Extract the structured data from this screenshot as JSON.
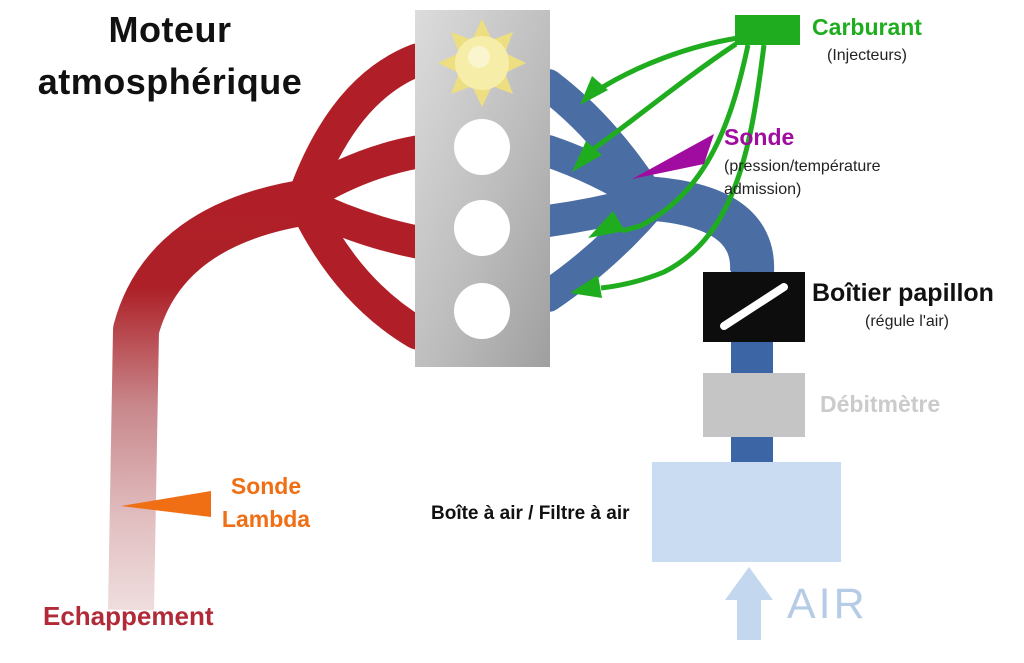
{
  "title": {
    "line1": "Moteur",
    "line2": "atmosphérique"
  },
  "fuel": {
    "label": "Carburant",
    "sublabel": "(Injecteurs)",
    "color": "#1fad1f",
    "icon": "fuel-rail-box"
  },
  "intake_sensor": {
    "label": "Sonde",
    "sublabel_line1": "(pression/température",
    "sublabel_line2": "admission)",
    "color": "#a00ba0"
  },
  "throttle": {
    "label": "Boîtier papillon",
    "sublabel": "(régule l'air)",
    "box_color": "#0d0d0d"
  },
  "flow_meter": {
    "label": "Débitmètre",
    "color": "#cbcbcb",
    "box_color": "#c5c5c5"
  },
  "airbox": {
    "label": "Boîte à air / Filtre à air",
    "fill": "#c9dcf1"
  },
  "air_flow": {
    "label": "AIR",
    "color": "#b6cbe6"
  },
  "lambda_sensor": {
    "label_line1": "Sonde",
    "label_line2": "Lambda",
    "color": "#f06e14"
  },
  "exhaust": {
    "label": "Echappement",
    "color": "#b12a38",
    "pipe_color": "#b01f27"
  },
  "intake_pipe_color": "#4a6da4",
  "engine": {
    "cylinders": 4,
    "combustion_icon": "sun-burst"
  }
}
